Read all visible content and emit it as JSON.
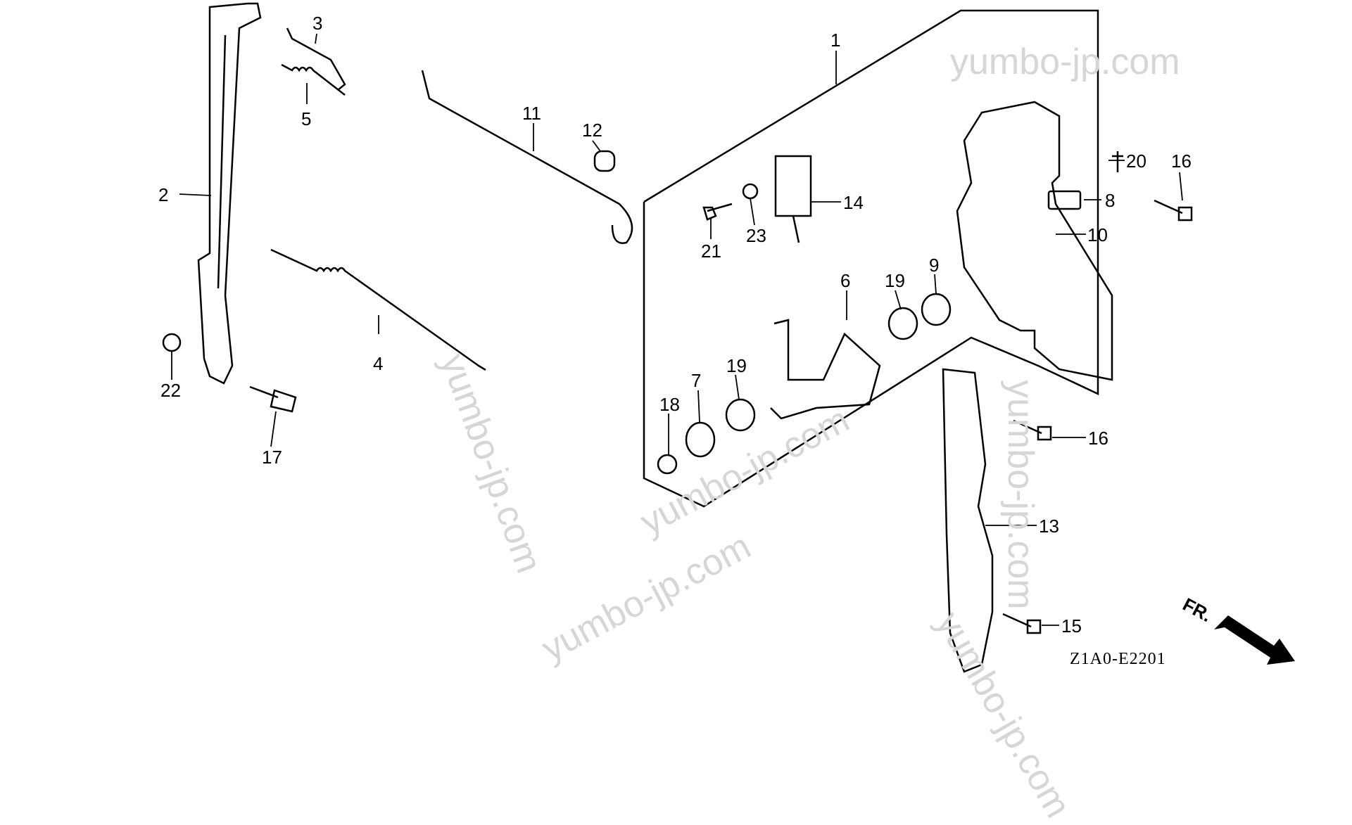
{
  "diagram": {
    "callouts": [
      {
        "id": "c1",
        "text": "1"
      },
      {
        "id": "c2",
        "text": "2"
      },
      {
        "id": "c3",
        "text": "3"
      },
      {
        "id": "c4",
        "text": "4"
      },
      {
        "id": "c5",
        "text": "5"
      },
      {
        "id": "c6",
        "text": "6"
      },
      {
        "id": "c7",
        "text": "7"
      },
      {
        "id": "c8",
        "text": "8"
      },
      {
        "id": "c9",
        "text": "9"
      },
      {
        "id": "c10",
        "text": "10"
      },
      {
        "id": "c11",
        "text": "11"
      },
      {
        "id": "c12",
        "text": "12"
      },
      {
        "id": "c13",
        "text": "13"
      },
      {
        "id": "c14",
        "text": "14"
      },
      {
        "id": "c15",
        "text": "15"
      },
      {
        "id": "c16a",
        "text": "16"
      },
      {
        "id": "c16b",
        "text": "16"
      },
      {
        "id": "c17",
        "text": "17"
      },
      {
        "id": "c18",
        "text": "18"
      },
      {
        "id": "c19a",
        "text": "19"
      },
      {
        "id": "c19b",
        "text": "19"
      },
      {
        "id": "c20",
        "text": "20"
      },
      {
        "id": "c21",
        "text": "21"
      },
      {
        "id": "c22",
        "text": "22"
      },
      {
        "id": "c23",
        "text": "23"
      }
    ],
    "diagram_code": "Z1A0-E2201",
    "front_indicator": "FR.",
    "watermark": "yumbo-jp.com"
  }
}
